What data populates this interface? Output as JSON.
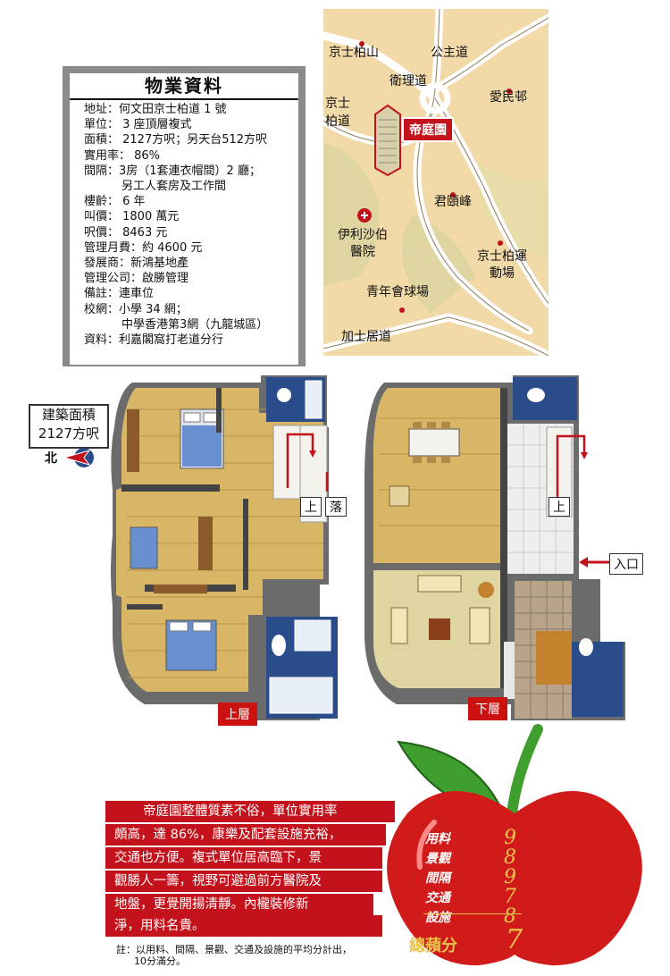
{
  "info": {
    "title": "物業資料",
    "lines": [
      "地址：何文田京士柏道 1 號",
      "單位： 3 座頂層複式",
      "面積： 2127方呎；另天台512方呎",
      "實用率： 86%",
      "間隔：3房（1套連衣帽間）2 廳；",
      "另工人套房及工作間",
      "樓齡： 6 年",
      "叫價： 1800 萬元",
      "呎價： 8463 元",
      "管理月費：約 4600 元",
      "發展商：新鴻基地產",
      "管理公司：啟勝管理",
      "備註：連車位",
      "校網：小學 34 網；",
      "中學香港第3網（九龍城區）",
      "資料：利嘉閣窩打老道分行"
    ]
  },
  "map": {
    "labels": {
      "king_park_hill": "京士柏山",
      "princess_rd": "公主道",
      "wylie_rd": "衛理道",
      "king_park_rd": "京士柏道",
      "estate": "帝庭園",
      "oi_man": "愛民邨",
      "kwan_yik": "君頤峰",
      "queen_elizabeth": "伊利沙伯醫院",
      "king_park_sports": "京士柏運動場",
      "ymca_pitch": "青年會球場",
      "gascoigne_rd": "加士居道"
    }
  },
  "plan": {
    "area_label": "建築面積\n2127方呎",
    "north": "北",
    "up": "上",
    "down": "落",
    "entrance": "入口",
    "upper_floor": "上層",
    "lower_floor": "下層"
  },
  "review": {
    "lines": [
      "帝庭園整體質素不俗，單位實用率",
      "頗高，達 86%，康樂及配套設施充裕，",
      "交通也方便。複式單位居高臨下，景",
      "觀勝人一籌，視野可避過前方醫院及",
      "地盤，更覺開揚清靜。內櫳裝修新",
      "淨，用料名貴。"
    ],
    "note_line1": "註：以用料、間隔、景觀、交通及設施的平均分計出，",
    "note_line2": "10分滿分。"
  },
  "scores": {
    "items": [
      {
        "label": "用料",
        "value": "9"
      },
      {
        "label": "景觀",
        "value": "8"
      },
      {
        "label": "間隔",
        "value": "9"
      },
      {
        "label": "交通",
        "value": "7"
      },
      {
        "label": "設施",
        "value": "8"
      }
    ],
    "total_label": "總蘋分",
    "total_value": "7"
  },
  "colors": {
    "red": "#c4121c",
    "gold": "#e9c34a",
    "map_bg": "#f2d9a8",
    "map_green": "#dfd5a0",
    "floor_wood": "#d8b666",
    "tile_blue": "#2a4c8a"
  }
}
